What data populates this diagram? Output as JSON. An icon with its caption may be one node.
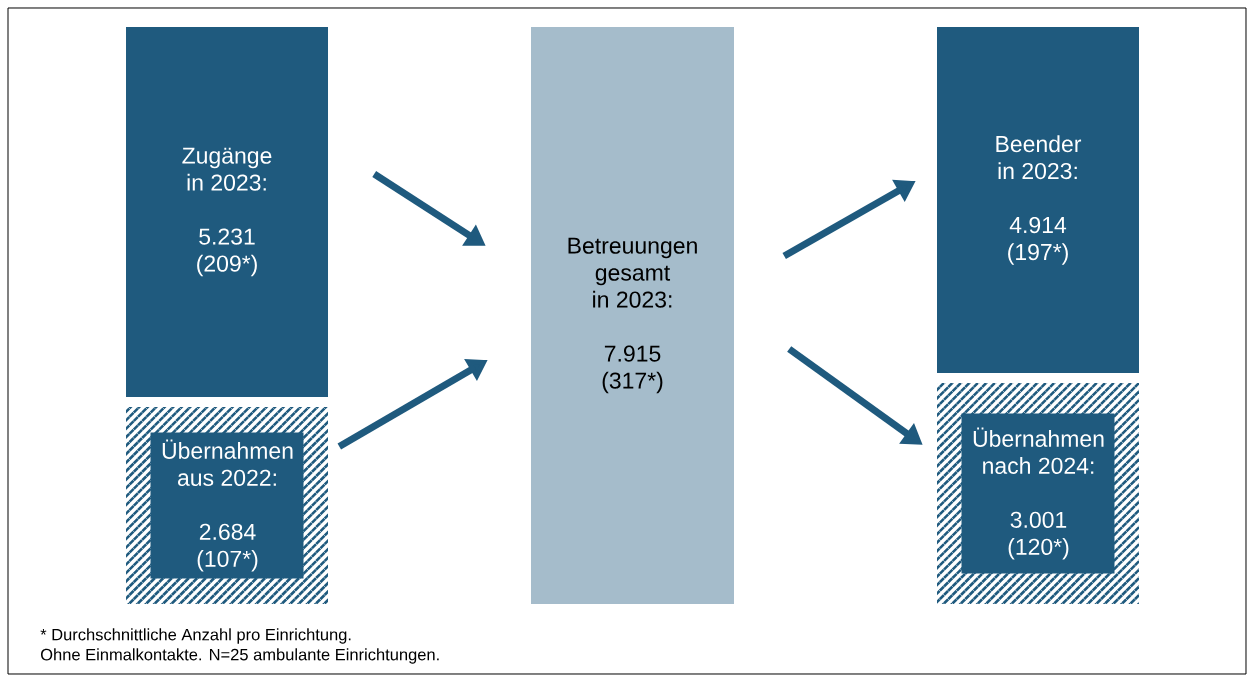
{
  "diagram": {
    "nodes": [
      {
        "text": [
          "Zugänge in 2023:",
          "5.231 (209*)"
        ]
      },
      {
        "text": [
          "Übernahmen aus 2022:",
          "2.684 (107*)"
        ]
      },
      {
        "text": [
          "Betreuungen gesamt in 2023:",
          "7.915 (317*)"
        ]
      },
      {
        "text": [
          "Beender in 2023:",
          "4.914 (197*)"
        ]
      },
      {
        "text": [
          "Übernahmen nach 2024:",
          "3.001 (120*)"
        ]
      }
    ],
    "edges": [
      {
        "from": 0,
        "to": 2,
        "arrow": "to"
      },
      {
        "from": 1,
        "to": 2,
        "arrow": "to"
      },
      {
        "from": 2,
        "to": 3,
        "arrow": "to"
      },
      {
        "from": 2,
        "to": 4,
        "arrow": "to"
      }
    ],
    "labels": [
      "* Durchschnittliche Anzahl pro Einrichtung.",
      "Ohne Einmalkontakte. N=25 ambulante Einrichtungen."
    ]
  }
}
